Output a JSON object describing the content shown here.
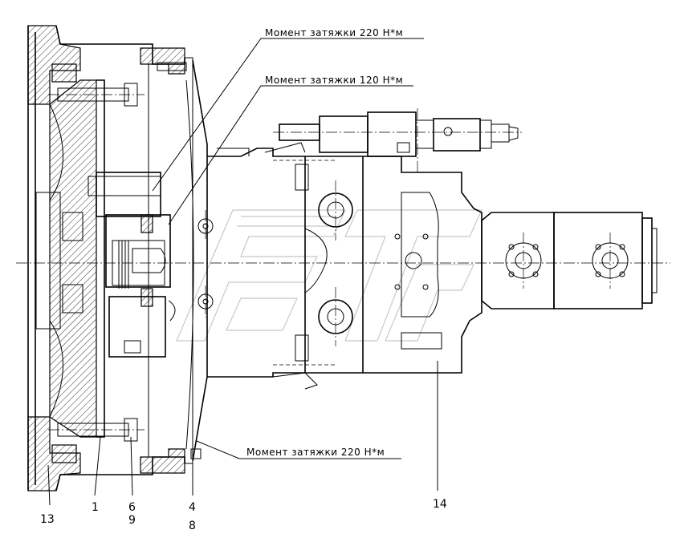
{
  "annotations": [
    {
      "id": "torque-upper",
      "text": "Момент затяжки 220 Н*м"
    },
    {
      "id": "torque-middle",
      "text": "Момент затяжки 120 Н*м"
    },
    {
      "id": "torque-lower",
      "text": "Момент затяжки 220 Н*м"
    }
  ],
  "part_numbers": {
    "p13": "13",
    "p1": "1",
    "p6": "6",
    "p9": "9",
    "p4": "4",
    "p8": "8",
    "p14": "14"
  }
}
